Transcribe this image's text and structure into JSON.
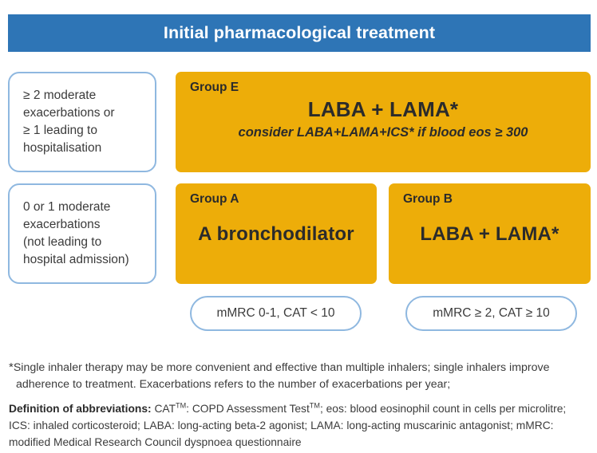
{
  "header": {
    "title": "Initial pharmacological treatment",
    "bar_color": "#2e75b6",
    "text_color": "#ffffff"
  },
  "colors": {
    "header_blue": "#2e75b6",
    "group_orange": "#edad09",
    "outline_blue": "#8fb8e0",
    "body_text": "#3b3b3b"
  },
  "criteria": [
    {
      "id": "criteria-e",
      "text": "≥ 2 moderate\nexacerbations or\n≥ 1 leading to\nhospitalisation"
    },
    {
      "id": "criteria-ab",
      "text": "0 or 1 moderate\nexacerbations\n(not leading to\nhospital admission)"
    }
  ],
  "groups": {
    "e": {
      "label": "Group E",
      "main": "LABA + LAMA*",
      "sub": "consider LABA+LAMA+ICS* if blood eos ≥ 300"
    },
    "a": {
      "label": "Group A",
      "main": "A bronchodilator"
    },
    "b": {
      "label": "Group B",
      "main": "LABA + LAMA*"
    }
  },
  "pills": [
    {
      "id": "pill-a",
      "text": "mMRC 0-1, CAT < 10"
    },
    {
      "id": "pill-b",
      "text": "mMRC ≥ 2, CAT ≥ 10"
    }
  ],
  "footnote": {
    "marker": "*",
    "text": "Single inhaler therapy may be more convenient and effective than multiple inhalers; single inhalers improve adherence to treatment. Exacerbations refers to the number of exacerbations per year;"
  },
  "definitions": {
    "heading": "Definition of abbreviations:",
    "part1": " CAT",
    "tm1": "TM",
    "part2": ": COPD Assessment Test",
    "tm2": "TM",
    "part3": "; eos: blood eosinophil count in cells per microlitre; ICS: inhaled corticosteroid; LABA: long-acting beta-2 agonist; LAMA: long-acting muscarinic antagonist; mMRC: modified Medical Research Council dyspnoea questionnaire"
  }
}
